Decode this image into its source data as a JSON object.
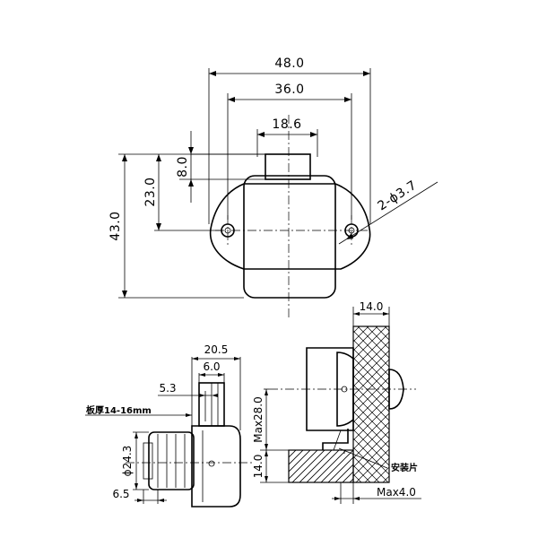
{
  "dimensions": {
    "front_width": "48.0",
    "hole_spacing": "36.0",
    "button_width": "18.6",
    "button_height": "8.0",
    "center_height": "23.0",
    "overall_height": "43.0",
    "hole_spec": "2-ϕ3.7",
    "side_depth": "20.5",
    "side_6": "6.0",
    "side_5_3": "5.3",
    "panel_thickness": "板厚14-16mm",
    "side_diameter": "ϕ24.3",
    "side_6_5": "6.5",
    "install_14": "14.0",
    "install_max28": "Max28.0",
    "install_14_bottom": "14.0",
    "install_max4": "Max4.0",
    "mounting_plate": "安装片"
  }
}
